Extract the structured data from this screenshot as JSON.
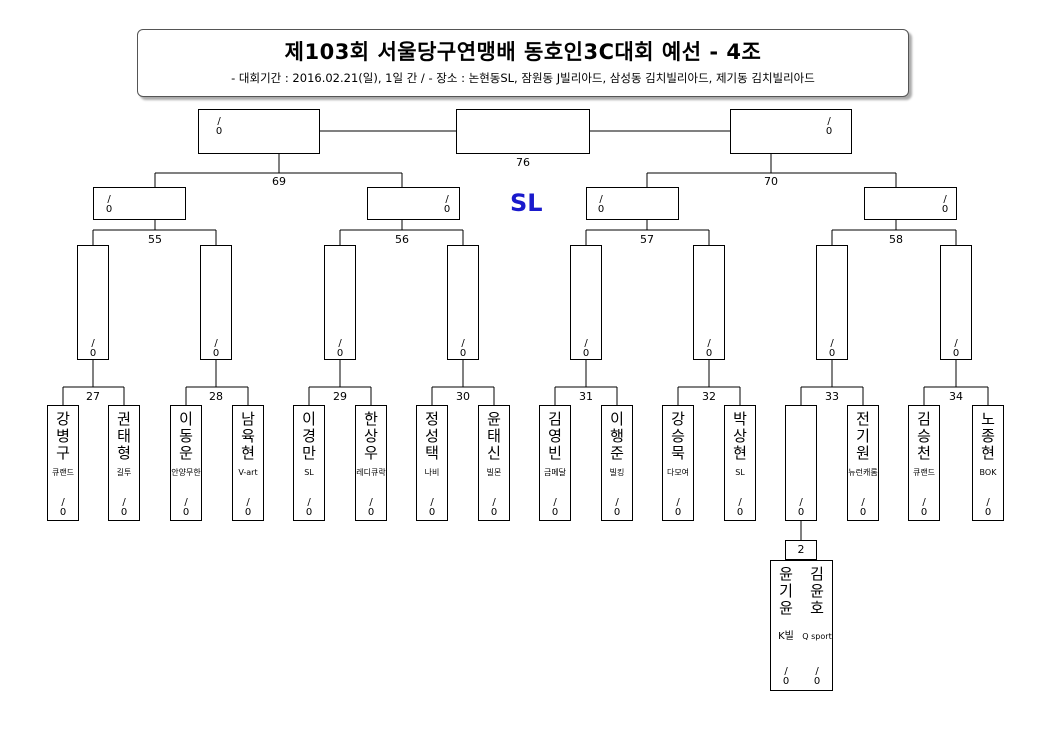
{
  "header": {
    "title": "제103회 서울당구연맹배 동호인3C대회 예선 - 4조",
    "subtitle": "- 대회기간 : 2016.02.21(일), 1일 간 / - 장소 : 논현동SL, 잠원동 J빌리아드, 삼성동 김치빌리아드, 제기동 김치빌리아드"
  },
  "venue_mark": "SL",
  "score_default": "/\n0",
  "match_numbers": {
    "m76": "76",
    "m69": "69",
    "m70": "70",
    "m55": "55",
    "m56": "56",
    "m57": "57",
    "m58": "58",
    "m27": "27",
    "m28": "28",
    "m29": "29",
    "m30": "30",
    "m31": "31",
    "m32": "32",
    "m33": "33",
    "m34": "34",
    "m2": "2"
  },
  "players": [
    {
      "name": "강병구",
      "club": "큐랜드",
      "score": "/ 0"
    },
    {
      "name": "권태형",
      "club": "길투",
      "score": "/ 0"
    },
    {
      "name": "이동운",
      "club": "안양무한",
      "score": "/ 0"
    },
    {
      "name": "남육현",
      "club": "V-art",
      "score": "/ 0"
    },
    {
      "name": "이경만",
      "club": "SL",
      "score": "/ 0"
    },
    {
      "name": "한상우",
      "club": "레디큐락",
      "score": "/ 0"
    },
    {
      "name": "정성택",
      "club": "나비",
      "score": "/ 0"
    },
    {
      "name": "윤태신",
      "club": "빌몬",
      "score": "/ 0"
    },
    {
      "name": "김영빈",
      "club": "금메달",
      "score": "/ 0"
    },
    {
      "name": "이행준",
      "club": "빌킹",
      "score": "/ 0"
    },
    {
      "name": "강승묵",
      "club": "다모여",
      "score": "/ 0"
    },
    {
      "name": "박상현",
      "club": "SL",
      "score": "/ 0"
    },
    {
      "name": "",
      "club": "",
      "score": "/ 0"
    },
    {
      "name": "전기원",
      "club": "뉴런캐롬",
      "score": "/ 0"
    },
    {
      "name": "김승천",
      "club": "큐랜드",
      "score": "/ 0"
    },
    {
      "name": "노종현",
      "club": "BOK",
      "score": "/ 0"
    }
  ],
  "prelim": [
    {
      "name": "윤기윤",
      "club": "K빌",
      "score": "/ 0"
    },
    {
      "name": "김윤호",
      "club": "Q sport",
      "score": "/ 0"
    }
  ]
}
